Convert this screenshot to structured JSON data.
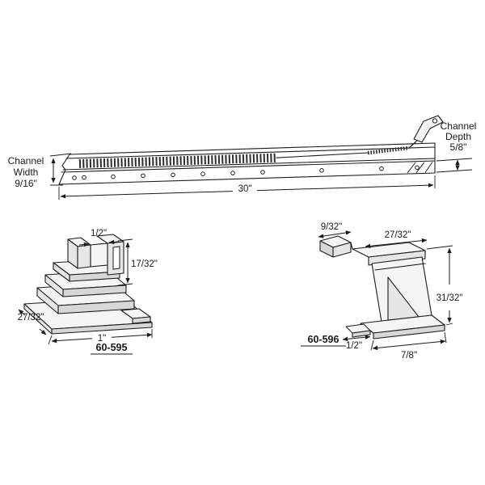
{
  "diagram": {
    "balance": {
      "length": "30\"",
      "channel_width": {
        "l1": "Channel",
        "l2": "Width",
        "value": "9/16\""
      },
      "channel_depth": {
        "l1": "Channel",
        "l2": "Depth",
        "value": "5/8\""
      }
    },
    "part_left": {
      "number": "60-595",
      "dims": {
        "top": "1/2\"",
        "right": "17/32\"",
        "left": "27/32\"",
        "bottom": "1\""
      }
    },
    "part_right": {
      "number": "60-596",
      "dims": {
        "top_left": "9/32\"",
        "top_right": "27/32\"",
        "right": "31/32\"",
        "bottom_left": "1/2\"",
        "bottom": "7/8\""
      }
    }
  }
}
